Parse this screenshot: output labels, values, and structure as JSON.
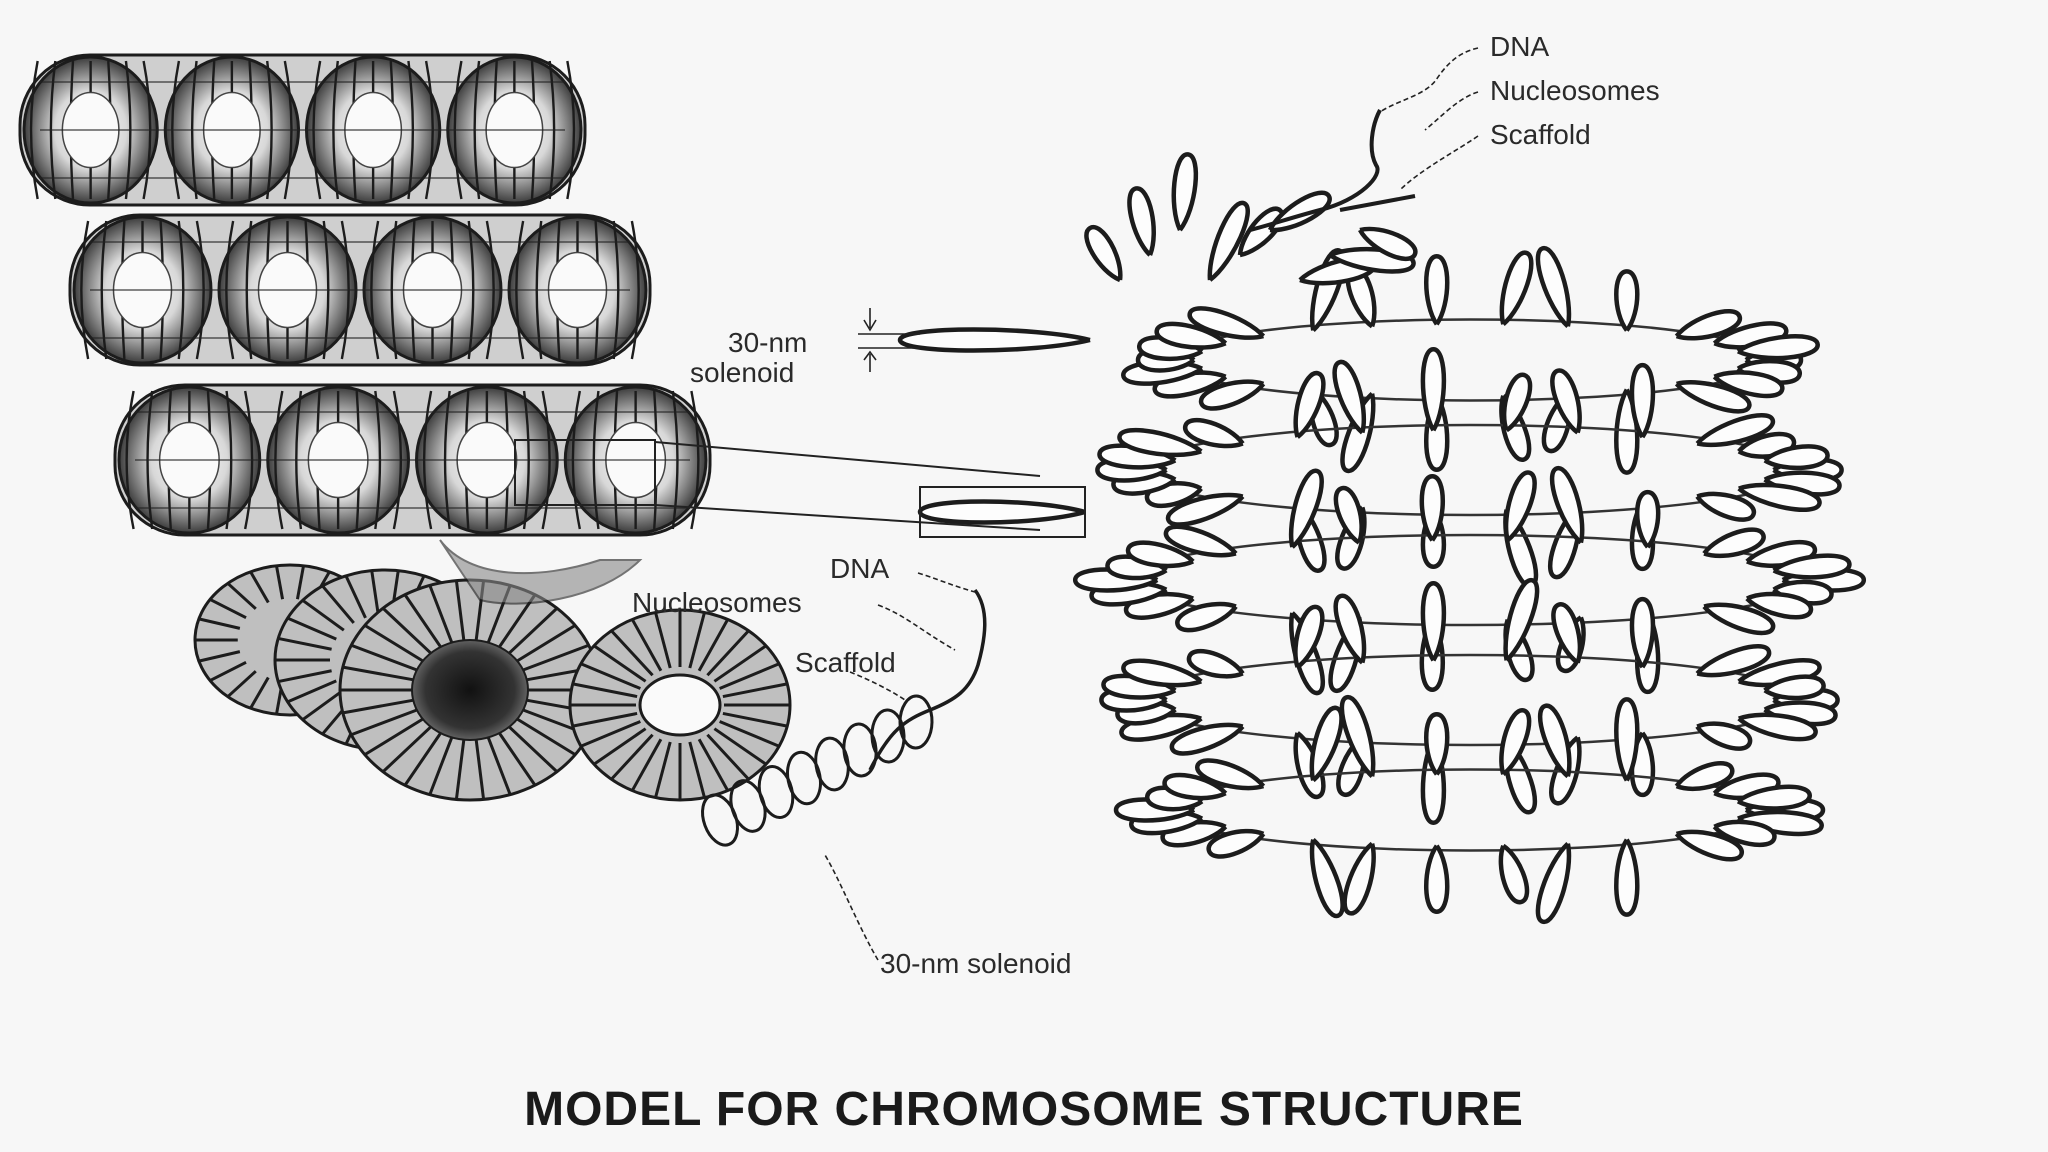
{
  "title": "MODEL FOR CHROMOSOME STRUCTURE",
  "labels": {
    "right_dna": "DNA",
    "right_nucleosomes": "Nucleosomes",
    "right_scaffold": "Scaffold",
    "solenoid_top": "30-nm",
    "solenoid_bottom": "solenoid",
    "left_dna": "DNA",
    "left_nucleosomes": "Nucleosomes",
    "left_scaffold": "Scaffold",
    "bottom_solenoid": "30-nm solenoid"
  },
  "colors": {
    "ink": "#1c1c1c",
    "paper": "#f7f7f7",
    "shade": "#555555"
  }
}
